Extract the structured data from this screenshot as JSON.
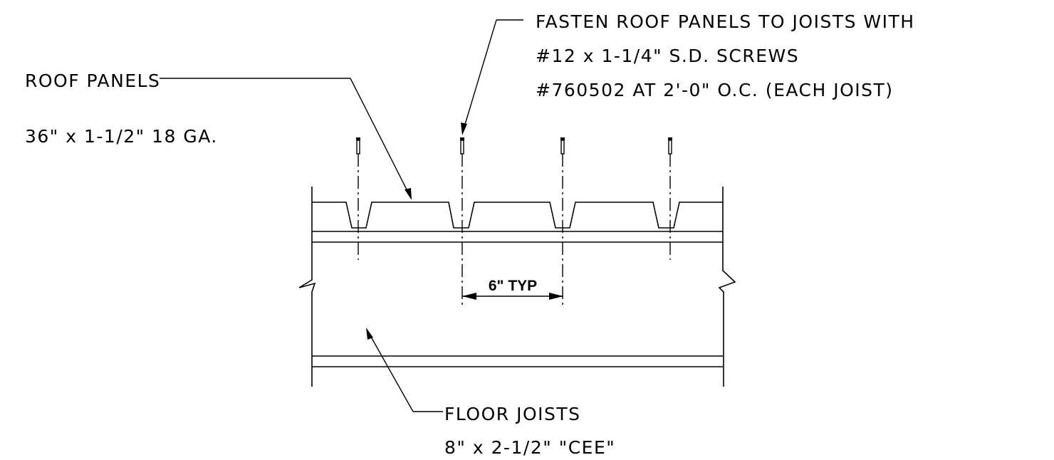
{
  "labels": {
    "roof_panels": {
      "line1": "ROOF PANELS",
      "line2": "36\" x 1-1/2\" 18 GA."
    },
    "fasten_note": {
      "line1": "FASTEN ROOF PANELS TO JOISTS WITH",
      "line2": "#12 x 1-1/4\" S.D. SCREWS",
      "line3": "#760502 AT 2'-0\" O.C. (EACH JOIST)"
    },
    "dimension": "6\" TYP",
    "floor_joists": {
      "line1": "FLOOR JOISTS",
      "line2": "8\" x 2-1/2\"  \"CEE\""
    }
  }
}
